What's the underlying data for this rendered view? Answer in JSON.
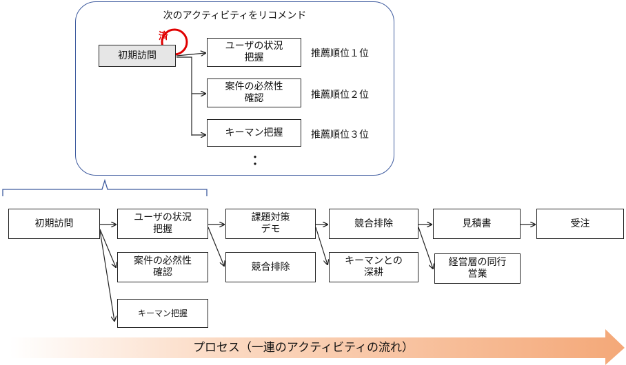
{
  "panel": {
    "title": "次のアクティビティをリコメンド",
    "done_mark": "済",
    "start": "初期訪問",
    "recs": [
      {
        "line1": "ユーザの状況",
        "line2": "把握",
        "rank": "推薦順位１位"
      },
      {
        "line1": "案件の必然性",
        "line2": "確認",
        "rank": "推薦順位２位"
      },
      {
        "line1": "キーマン把握",
        "line2": "",
        "rank": "推薦順位３位"
      }
    ],
    "dots": "・\n・"
  },
  "flow": {
    "initial": "初期訪問",
    "user": {
      "line1": "ユーザの状況",
      "line2": "把握"
    },
    "need": {
      "line1": "案件の必然性",
      "line2": "確認"
    },
    "keyman": "キーマン把握",
    "demo": {
      "line1": "課題対策",
      "line2": "デモ"
    },
    "compete_low": "競合排除",
    "compete_top": "競合排除",
    "deep": {
      "line1": "キーマンとの",
      "line2": "深耕"
    },
    "estimate": "見積書",
    "mgmt": {
      "line1": "経営層の同行",
      "line2": "営業"
    },
    "order": "受注"
  },
  "process_label": "プロセス（一連のアクティビティの流れ）",
  "colors": {
    "panel_border": "#3d5a9e",
    "done_circle": "#e00000",
    "arrow_band": "#f4a878"
  }
}
